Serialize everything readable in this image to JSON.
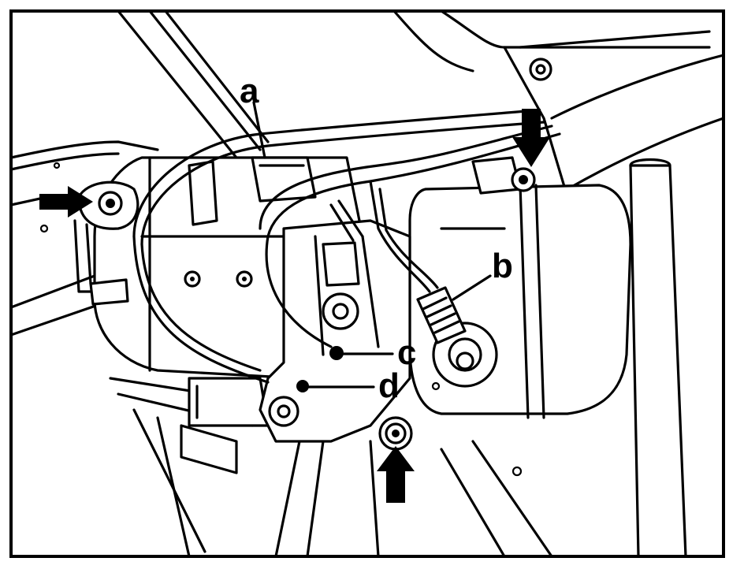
{
  "labels": {
    "a": "a",
    "b": "b",
    "c": "c",
    "d": "d"
  },
  "colors": {
    "line": "#000000",
    "background": "#ffffff"
  }
}
